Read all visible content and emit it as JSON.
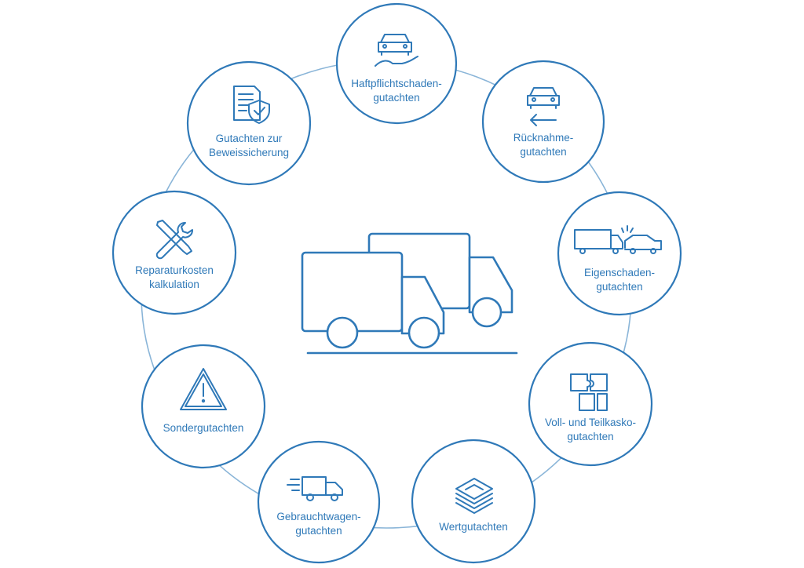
{
  "colors": {
    "accent": "#2f79b8",
    "ring": "#8ab5d8",
    "background": "#ffffff"
  },
  "center": {
    "icon": "delivery-trucks-icon"
  },
  "nodes": [
    {
      "id": "haftpflicht",
      "icon": "car-in-hand-icon",
      "lines": [
        "Haftpflichtschaden-",
        "gutachten"
      ]
    },
    {
      "id": "ruecknahme",
      "icon": "car-return-arrow-icon",
      "lines": [
        "Rücknahme-",
        "gutachten"
      ]
    },
    {
      "id": "eigenschaden",
      "icon": "truck-car-collision-icon",
      "lines": [
        "Eigenschaden-",
        "gutachten"
      ]
    },
    {
      "id": "kasko",
      "icon": "puzzle-icon",
      "lines": [
        "Voll- und Teilkasko-",
        "gutachten"
      ]
    },
    {
      "id": "wert",
      "icon": "money-stack-icon",
      "lines": [
        "Wertgutachten"
      ]
    },
    {
      "id": "gebrauchtwagen",
      "icon": "moving-truck-icon",
      "lines": [
        "Gebrauchtwagen-",
        "gutachten"
      ]
    },
    {
      "id": "sonder",
      "icon": "warning-triangle-icon",
      "lines": [
        "Sondergutachten"
      ]
    },
    {
      "id": "reparatur",
      "icon": "wrench-screwdriver-icon",
      "lines": [
        "Reparaturkosten",
        "kalkulation"
      ]
    },
    {
      "id": "beweis",
      "icon": "document-shield-icon",
      "lines": [
        "Gutachten zur",
        "Beweissicherung"
      ]
    }
  ]
}
